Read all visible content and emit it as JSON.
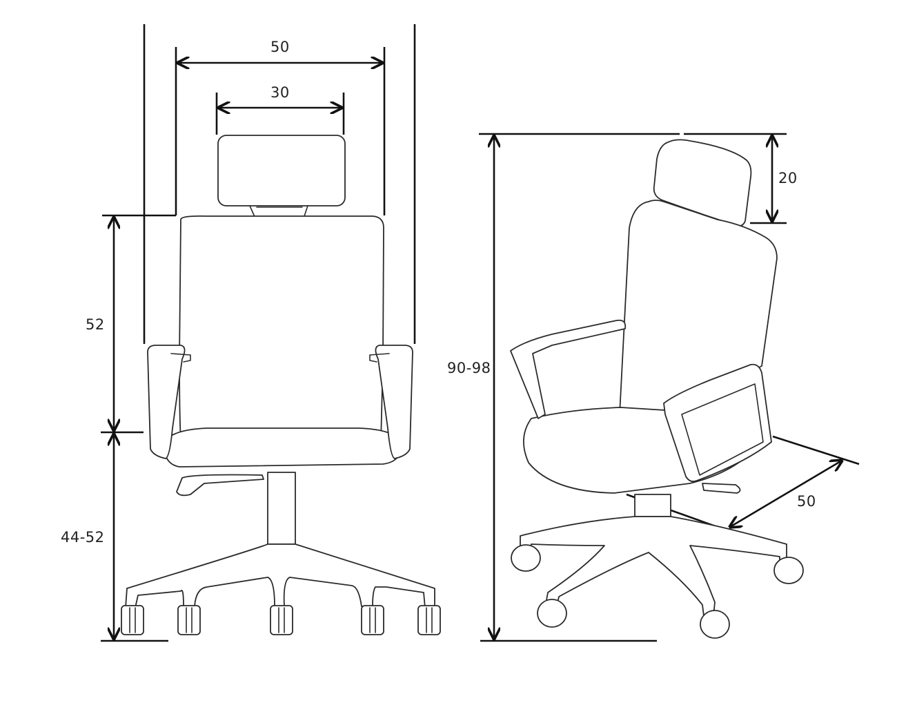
{
  "diagram": {
    "type": "technical-dimension-drawing",
    "subject": "office chair with headrest",
    "views": [
      {
        "name": "front-view",
        "dimensions": {
          "overall_width": "50",
          "headrest_width": "30",
          "backrest_height": "52",
          "seat_height": "44-52"
        }
      },
      {
        "name": "side-view",
        "dimensions": {
          "total_height": "90-98",
          "headrest_height": "20",
          "seat_depth": "50"
        }
      }
    ]
  },
  "labels": {
    "front_width": "50",
    "headrest_width": "30",
    "back_height": "52",
    "seat_height": "44-52",
    "total_height": "90-98",
    "headrest_height": "20",
    "seat_depth": "50"
  },
  "colors": {
    "line": "#111111",
    "background": "#ffffff"
  }
}
